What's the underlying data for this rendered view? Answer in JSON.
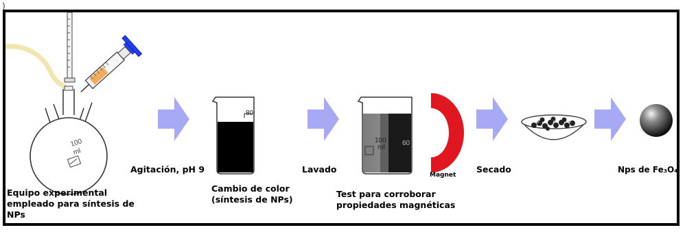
{
  "panel_label": ")",
  "steps": {
    "equipment_label": "Equipo experimental empleado para síntesis de NPs",
    "agitation_label": "Agitación, pH 9",
    "color_change_label": "Cambio de color (síntesis de NPs)",
    "wash_label": "Lavado",
    "magnetic_test_label": "Test para corroborar propiedades magnéticas",
    "magnet_label": "Magnet",
    "drying_label": "Secado",
    "product_label": "Nps de Fe₃O₄"
  },
  "glassware": {
    "flask_volume_number": "100",
    "flask_volume_unit": "ml",
    "beaker1_mark": "80",
    "beaker2_volume_number": "100",
    "beaker2_volume_unit": "ml",
    "beaker2_mark": "60"
  },
  "colors": {
    "arrow": "#a7a9f4",
    "magnet": "#e01620",
    "frame": "#000000",
    "solution": "#000000"
  }
}
